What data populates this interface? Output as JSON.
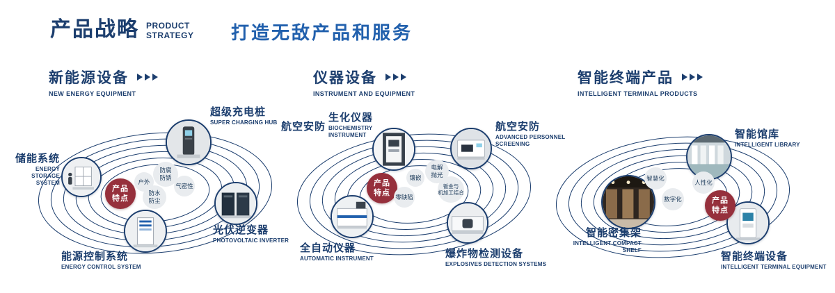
{
  "colors": {
    "navy": "#1c3e6e",
    "blue": "#2160ad",
    "red": "#96303c",
    "bubble_bg": "#e9ecef"
  },
  "header": {
    "title": "产品战略",
    "subtitle_line1": "PRODUCT",
    "subtitle_line2": "STRATEGY",
    "tagline": "打造无敌产品和服务"
  },
  "sections": [
    {
      "title": "新能源设备",
      "subtitle": "NEW ENERGY EQUIPMENT",
      "center": {
        "line1": "产品",
        "line2": "特点"
      },
      "products": [
        {
          "name": "储能系统",
          "en1": "ENERGY STORAGE",
          "en2": "SYSTEM",
          "image": "energy-storage"
        },
        {
          "name": "超级充电桩",
          "en1": "SUPER CHARGING HUB",
          "image": "super-charging-hub"
        },
        {
          "name": "光伏逆变器",
          "en1": "PHOTOVOLTAIC INVERTER",
          "image": "photovoltaic-inverter"
        },
        {
          "name": "能源控制系统",
          "en1": "ENERGY CONTROL SYSTEM",
          "image": "energy-control-system"
        }
      ],
      "features": [
        {
          "line1": "户外"
        },
        {
          "line1": "防腐",
          "line2": "防锈"
        },
        {
          "line1": "气密性"
        },
        {
          "line1": "防水",
          "line2": "防尘"
        }
      ]
    },
    {
      "title": "仪器设备",
      "subtitle": "INSTRUMENT AND EQUIPMENT",
      "side_label": "航空安防",
      "center": {
        "line1": "产品",
        "line2": "特点"
      },
      "products": [
        {
          "name": "生化仪器",
          "en1": "BIOCHEMISTRY",
          "en2": "INSTRUMENT",
          "image": "biochemistry-instrument"
        },
        {
          "name": "航空安防",
          "en1": "ADVANCED PERSONNEL",
          "en2": "SCREENING",
          "image": "personnel-screening"
        },
        {
          "name": "全自动仪器",
          "en1": "AUTOMATIC INSTRUMENT",
          "image": "automatic-instrument"
        },
        {
          "name": "爆炸物检测设备",
          "en1": "EXPLOSIVES DETECTION SYSTEMS",
          "image": "explosives-detection"
        }
      ],
      "features": [
        {
          "line1": "镶嵌"
        },
        {
          "line1": "电解",
          "line2": "抛光"
        },
        {
          "line1": "零缺陷"
        },
        {
          "line1": "钣金与",
          "line2": "机加工结合"
        }
      ]
    },
    {
      "title": "智能终端产品",
      "subtitle": "INTELLIGENT TERMINAL PRODUCTS",
      "center": {
        "line1": "产品",
        "line2": "特点"
      },
      "products": [
        {
          "name": "智能馆库",
          "en1": "INTELLIGENT LIBRARY",
          "image": "intelligent-library"
        },
        {
          "name": "智能密集架",
          "en1": "INTELLIGENT COMPACT",
          "en2": "SHELF",
          "image": "intelligent-compact-shelf"
        },
        {
          "name": "智能终端设备",
          "en1": "INTELLIGENT TERMINAL EQUIPMENT",
          "image": "intelligent-terminal"
        }
      ],
      "features": [
        {
          "line1": "智慧化"
        },
        {
          "line1": "人性化"
        },
        {
          "line1": "数字化"
        }
      ]
    }
  ]
}
